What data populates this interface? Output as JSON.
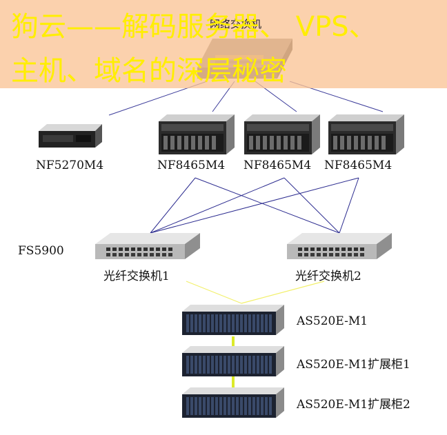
{
  "banner": {
    "line1": "狗云——解码服务器、 VPS、",
    "line2": "主机、域名的深层秘密"
  },
  "top_switch": {
    "label": "网络交换机"
  },
  "servers": [
    {
      "label": "NF5270M4"
    },
    {
      "label": "NF8465M4"
    },
    {
      "label": "NF8465M4"
    },
    {
      "label": "NF8465M4"
    }
  ],
  "fabric": {
    "group_label": "FS5900",
    "switch_1": "光纤交换机1",
    "switch_2": "光纤交换机2"
  },
  "storage": [
    {
      "label": "AS520E-M1"
    },
    {
      "label": "AS520E-M1扩展柜1"
    },
    {
      "label": "AS520E-M1扩展柜2"
    }
  ],
  "colors": {
    "network_link": "#3a3a99",
    "fc_link": "#2b2b8f",
    "storage_link": "#f2f06a",
    "banner_bg": "#f9c496",
    "banner_text": "#ffee00"
  }
}
